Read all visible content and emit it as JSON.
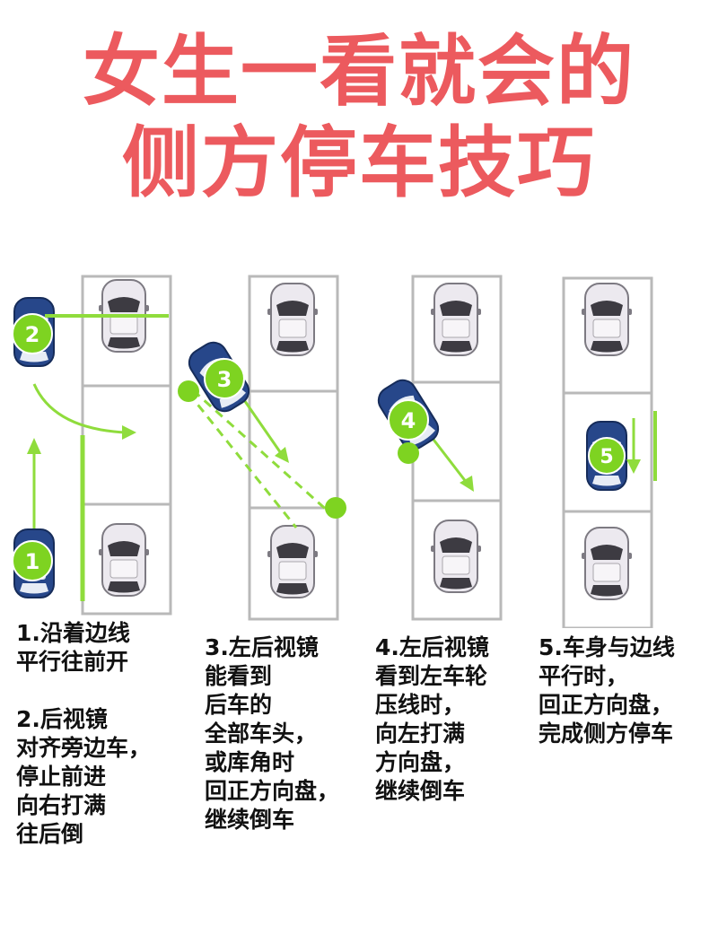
{
  "title": {
    "line1": "女生一看就会的",
    "line2": "侧方停车技巧"
  },
  "markers": [
    "1",
    "2",
    "3",
    "4",
    "5"
  ],
  "steps": [
    {
      "lines": [
        "1.沿着边线",
        "平行往前开",
        "",
        "2.后视镜",
        "对齐旁边车，",
        "停止前进",
        "向右打满",
        "往后倒"
      ]
    },
    {
      "lines": [
        "3.左后视镜",
        "能看到",
        "后车的",
        "全部车头，",
        "或库角时",
        "回正方向盘，",
        "继续倒车"
      ]
    },
    {
      "lines": [
        "4.左后视镜",
        "看到左车轮",
        "压线时，",
        "向左打满",
        "方向盘，",
        "继续倒车"
      ]
    },
    {
      "lines": [
        "5.车身与边线",
        "平行时，",
        "回正方向盘，",
        "完成侧方停车"
      ]
    }
  ],
  "colors": {
    "title": "#ec5a5e",
    "marker_green": "#7ed321",
    "guide_line": "#8fdc3c",
    "stall_line": "#b9b9b9",
    "parked_car": "#e9e6ec",
    "driving_car": "#2a4a8a"
  },
  "icons": [
    "car-top-view-icon",
    "arrow-icon"
  ]
}
